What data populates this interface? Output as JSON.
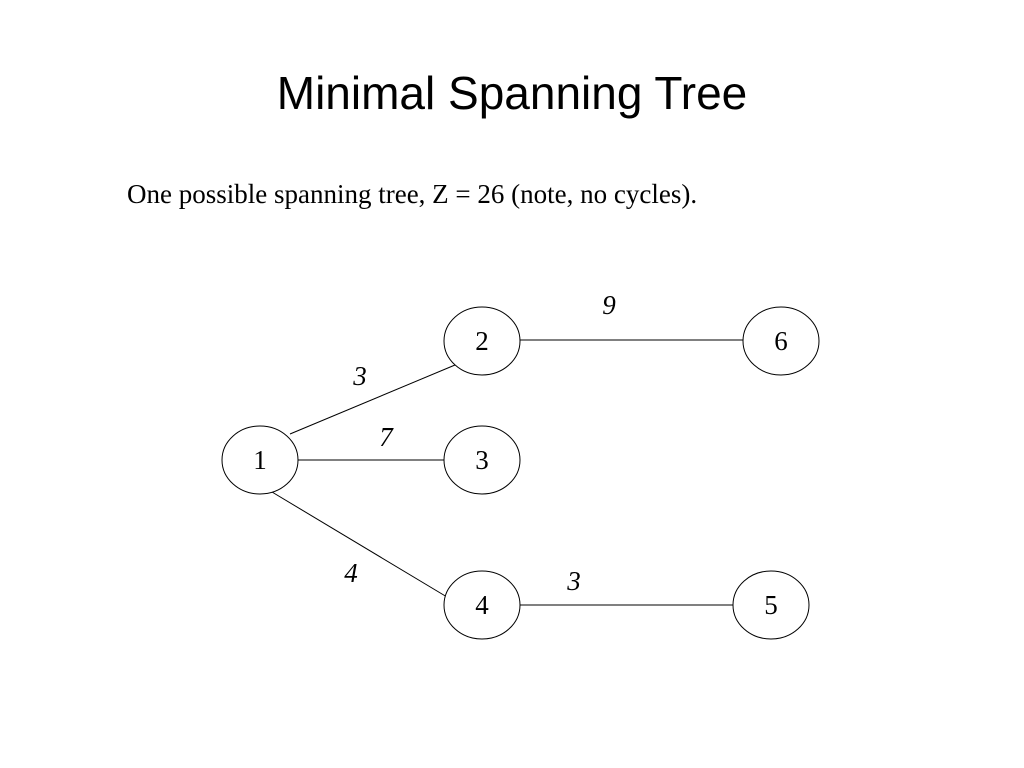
{
  "title": "Minimal Spanning Tree",
  "subtitle": "One possible spanning tree, Z = 26 (note, no cycles).",
  "graph": {
    "nodes": [
      {
        "id": "1",
        "label": "1"
      },
      {
        "id": "2",
        "label": "2"
      },
      {
        "id": "3",
        "label": "3"
      },
      {
        "id": "4",
        "label": "4"
      },
      {
        "id": "5",
        "label": "5"
      },
      {
        "id": "6",
        "label": "6"
      }
    ],
    "edges": [
      {
        "from": "1",
        "to": "2",
        "weight": "3"
      },
      {
        "from": "1",
        "to": "3",
        "weight": "7"
      },
      {
        "from": "1",
        "to": "4",
        "weight": "4"
      },
      {
        "from": "2",
        "to": "6",
        "weight": "9"
      },
      {
        "from": "4",
        "to": "5",
        "weight": "3"
      }
    ]
  },
  "colors": {
    "stroke": "#000000",
    "fill": "#ffffff",
    "text": "#000000"
  }
}
